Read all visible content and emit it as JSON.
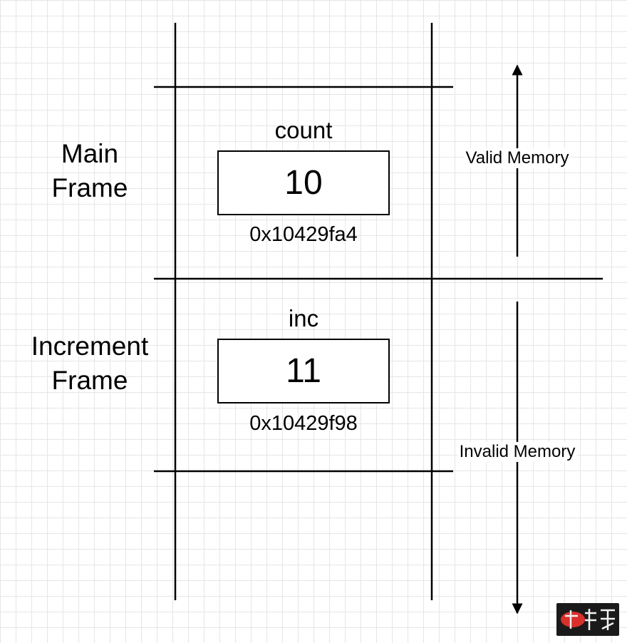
{
  "frames": [
    {
      "label_line1": "Main",
      "label_line2": "Frame",
      "variable": {
        "name": "count",
        "value": "10",
        "address": "0x10429fa4"
      }
    },
    {
      "label_line1": "Increment",
      "label_line2": "Frame",
      "variable": {
        "name": "inc",
        "value": "11",
        "address": "0x10429f98"
      }
    }
  ],
  "memory": {
    "valid_label": "Valid Memory",
    "invalid_label": "Invalid Memory"
  },
  "colors": {
    "line": "#000000",
    "grid": "#e6e6e6",
    "background": "#ffffff"
  }
}
